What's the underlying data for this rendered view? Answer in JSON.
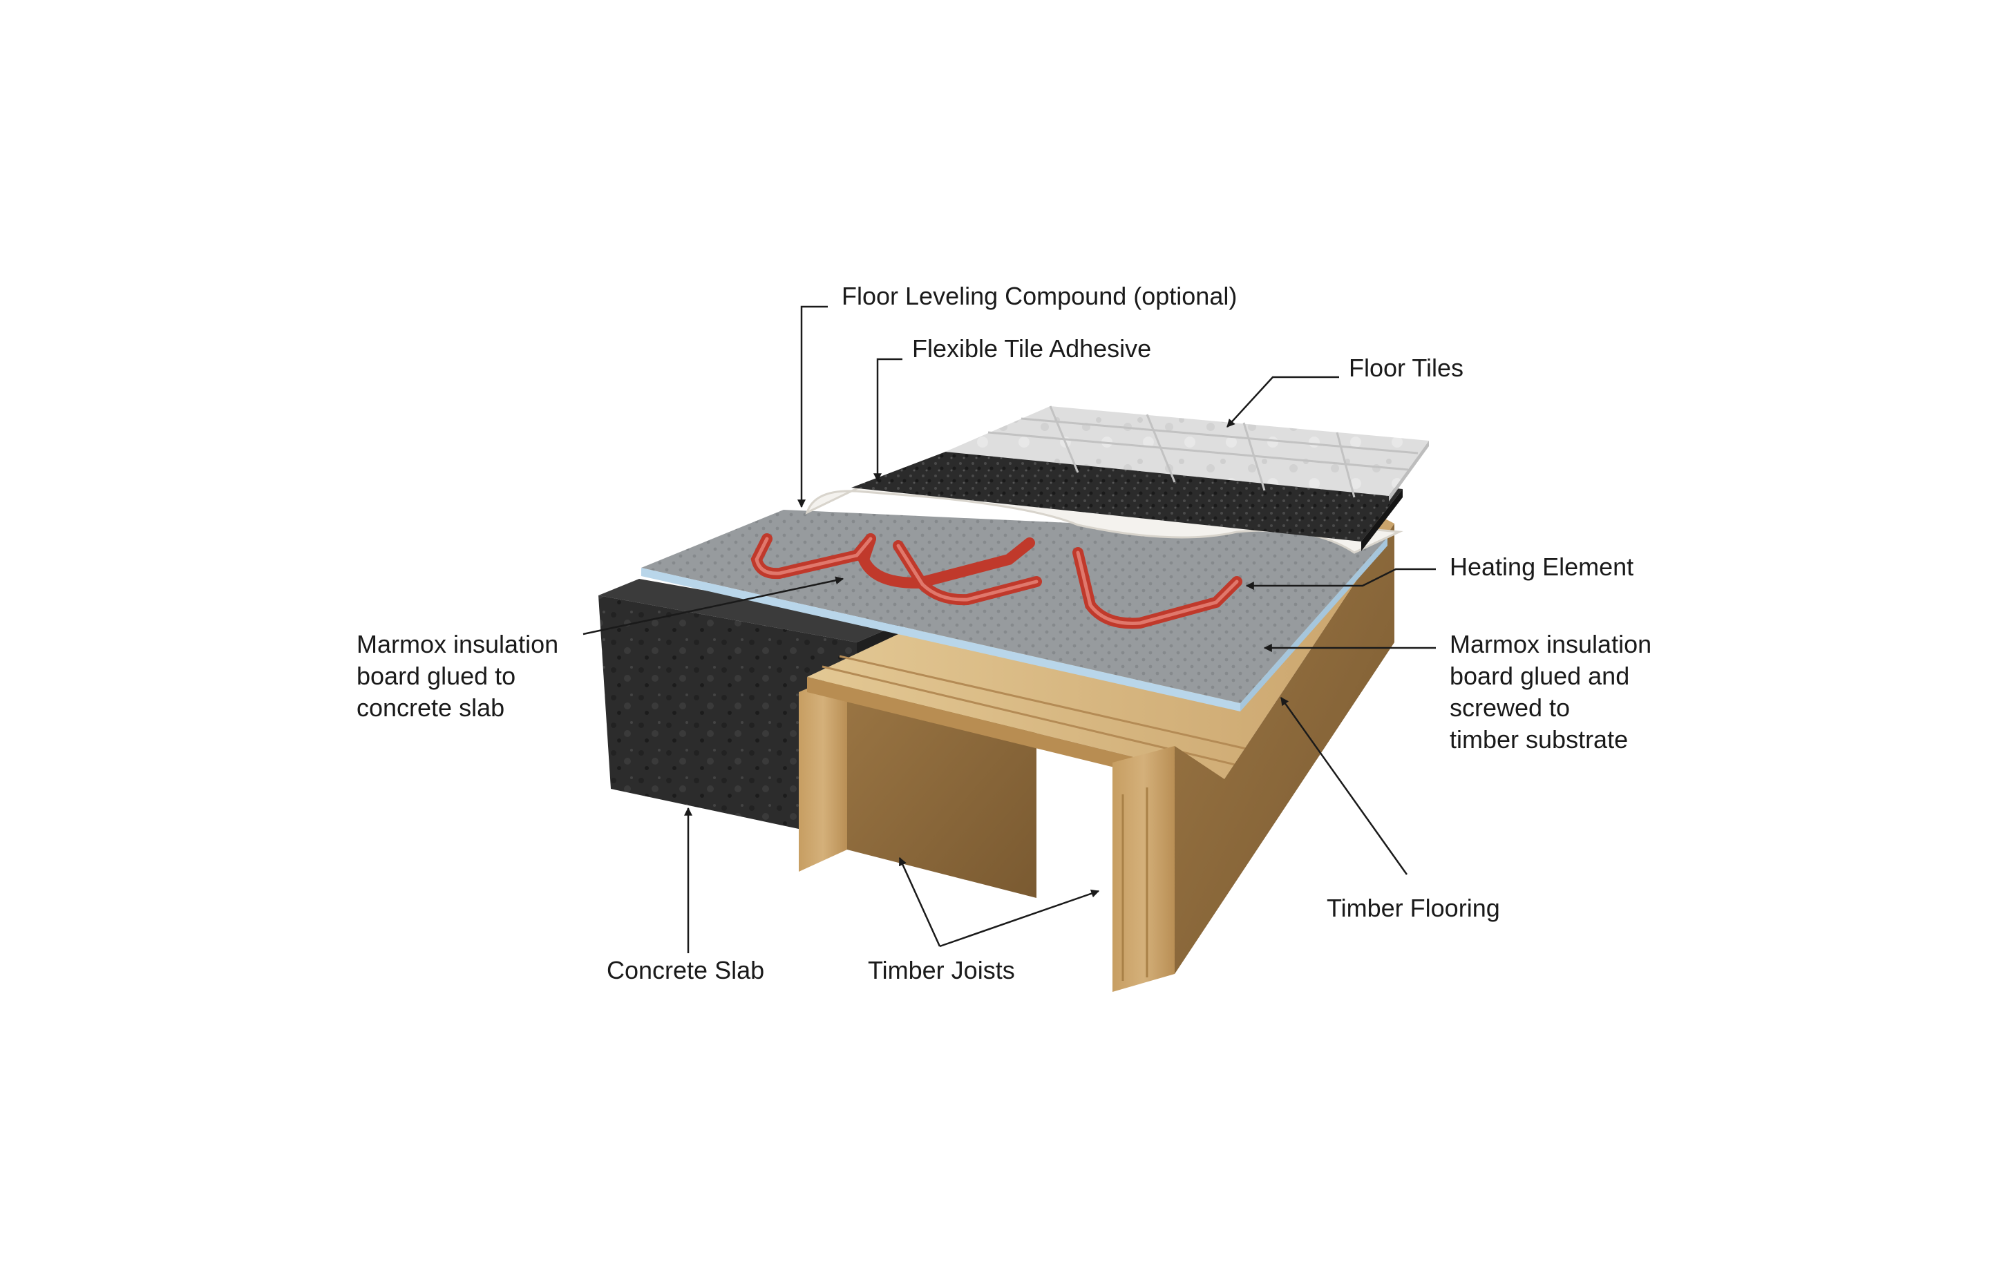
{
  "diagram": {
    "labels": {
      "floor_leveling": "Floor Leveling Compound (optional)",
      "tile_adhesive": "Flexible Tile Adhesive",
      "floor_tiles": "Floor Tiles",
      "heating_element": "Heating Element",
      "marmox_concrete": [
        "Marmox insulation",
        "board glued to",
        "concrete slab"
      ],
      "marmox_timber": [
        "Marmox insulation",
        "board glued and",
        "screwed to",
        "timber substrate"
      ],
      "timber_flooring": "Timber Flooring",
      "concrete_slab": "Concrete Slab",
      "timber_joists": "Timber Joists"
    },
    "colors": {
      "background": "#ffffff",
      "text": "#1a1a1a",
      "leader": "#1a1a1a",
      "tile": "#dcdcdc",
      "adhesive": "#2b2b2b",
      "compound": "#f3f1ec",
      "board": "#8f9396",
      "board_edge": "#b9d6ea",
      "heating_cable": "#c0392b",
      "concrete": "#2a2a2a",
      "timber": "#c9a46a",
      "timber_dark": "#8a6a3e"
    }
  }
}
